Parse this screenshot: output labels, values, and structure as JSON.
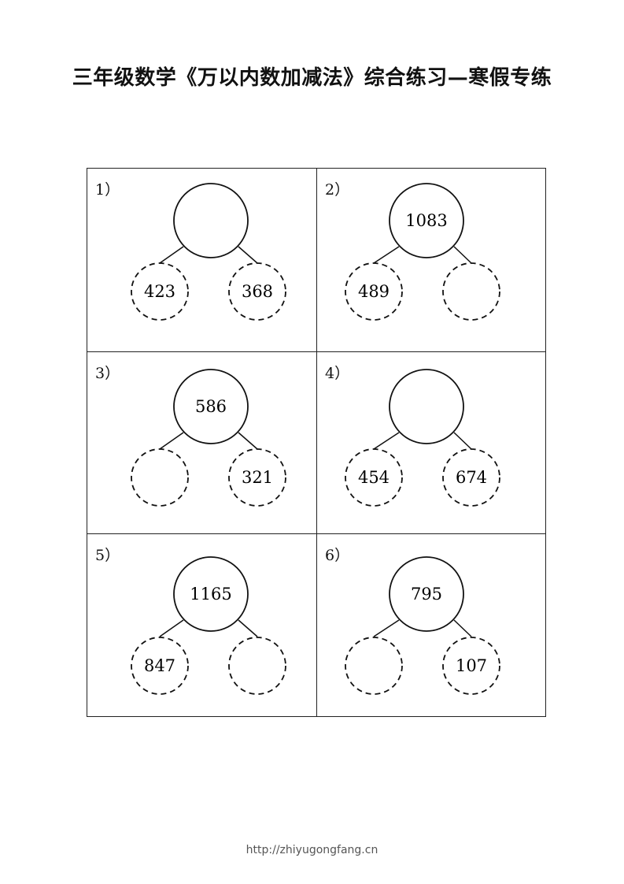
{
  "title": "三年级数学《万以内数加减法》综合练习—寒假专练",
  "problems": [
    {
      "label": "1）",
      "top": "",
      "left": "423",
      "right": "368"
    },
    {
      "label": "2）",
      "top": "1083",
      "left": "489",
      "right": ""
    },
    {
      "label": "3）",
      "top": "586",
      "left": "",
      "right": "321"
    },
    {
      "label": "4）",
      "top": "",
      "left": "454",
      "right": "674"
    },
    {
      "label": "5）",
      "top": "1165",
      "left": "847",
      "right": ""
    },
    {
      "label": "6）",
      "top": "795",
      "left": "",
      "right": "107"
    }
  ],
  "footer": "http://zhiyugongfang.cn"
}
